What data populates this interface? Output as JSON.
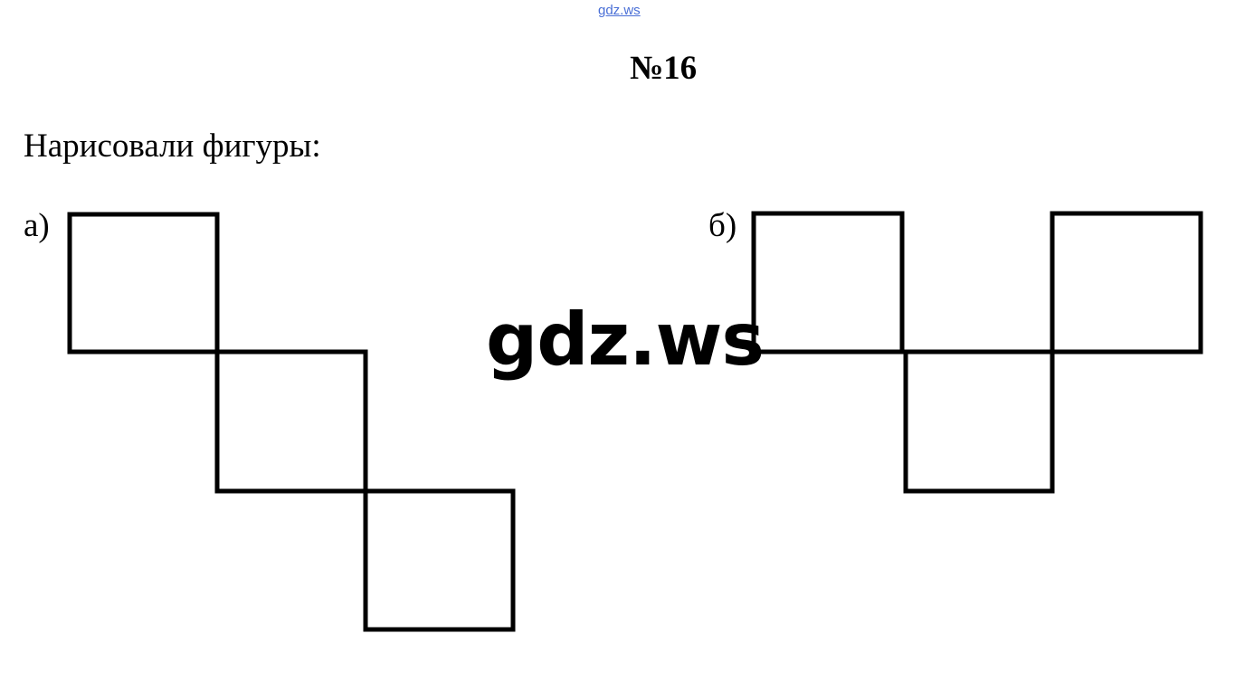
{
  "header": {
    "source_link": "gdz.ws",
    "problem_number": "№16"
  },
  "content": {
    "intro": "Нарисовали фигуры:",
    "figures": [
      {
        "label": "а)",
        "squares": 3,
        "arrangement": "diagonal staircase"
      },
      {
        "label": "б)",
        "squares": 3,
        "arrangement": "V shape"
      }
    ]
  },
  "watermark": {
    "text": "gdz.ws"
  },
  "colors": {
    "text": "#000000",
    "link": "#4a6fd6",
    "background": "#ffffff"
  }
}
